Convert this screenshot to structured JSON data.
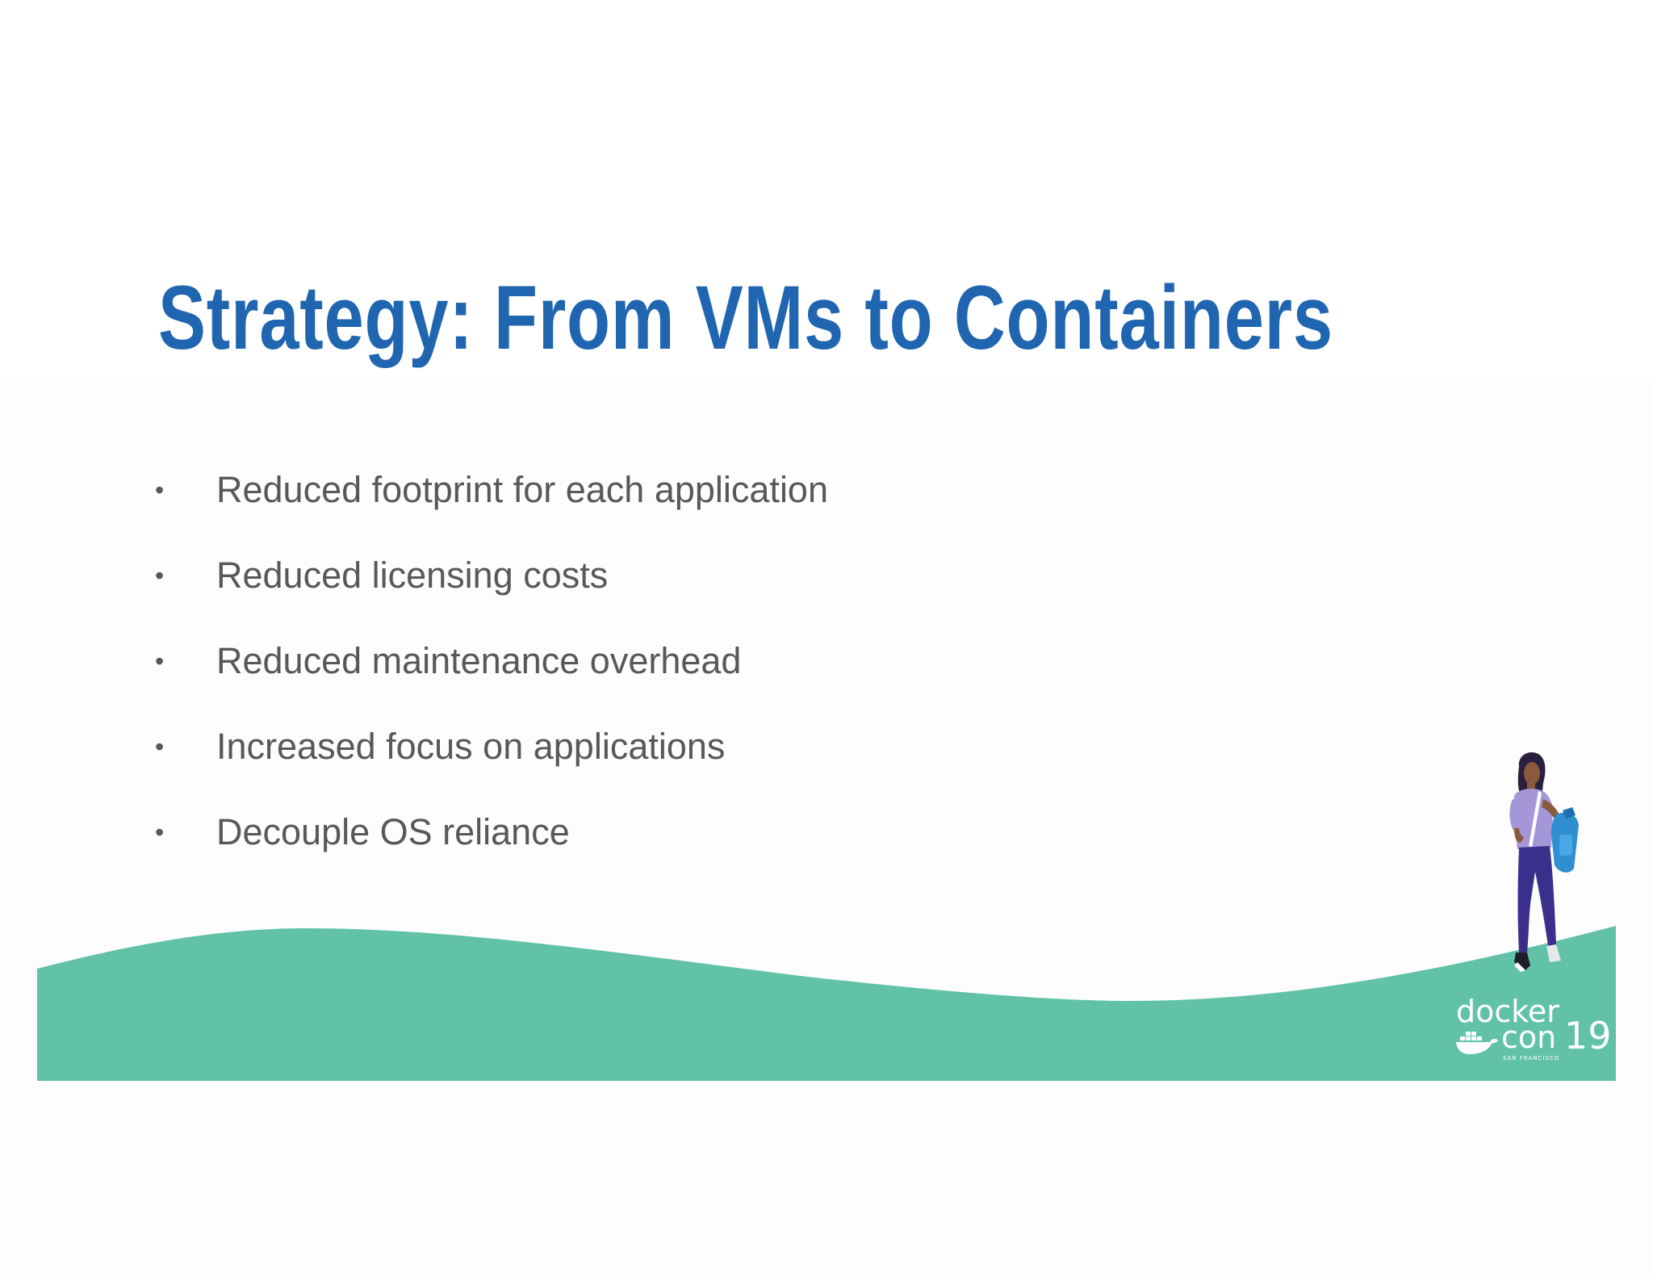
{
  "slide": {
    "title": "Strategy: From VMs to Containers",
    "bullets": [
      "Reduced footprint for each application",
      "Reduced licensing costs",
      "Reduced maintenance overhead",
      "Increased focus on applications",
      "Decouple OS reliance"
    ],
    "bullet_marker": "•"
  },
  "logo": {
    "line1": "docker",
    "line2": "con",
    "year": "19",
    "location": "SAN FRANCISCO",
    "icon": "docker-whale-icon"
  },
  "illustration": {
    "icon": "woman-with-backpack-illustration"
  },
  "colors": {
    "title": "#1f65b0",
    "body_text": "#58585b",
    "wave": "#61c2a8",
    "background": "#fdfdfd"
  }
}
